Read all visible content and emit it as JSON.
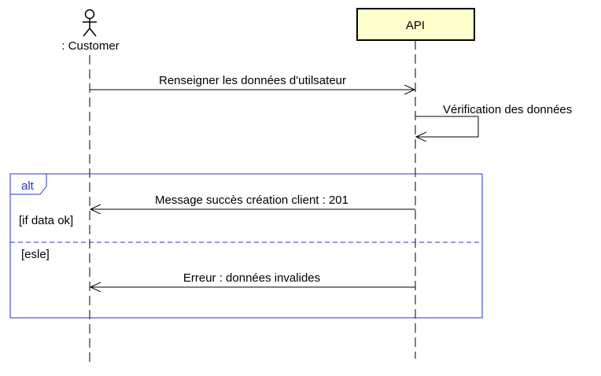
{
  "lifelines": {
    "customer": {
      "label": ": Customer"
    },
    "api": {
      "label": "API"
    }
  },
  "messages": [
    {
      "label": "Renseigner les données d'utilsateur"
    },
    {
      "label": "Vérification des données"
    },
    {
      "label": "Message succès création client : 201"
    },
    {
      "label": "Erreur : données invalides"
    }
  ],
  "fragment": {
    "operator": "alt",
    "guards": [
      "[if data ok]",
      "[esle]"
    ]
  },
  "colors": {
    "participant_fill": "#ffffcc",
    "fragment_border": "#2a35c8",
    "line": "#000000"
  }
}
